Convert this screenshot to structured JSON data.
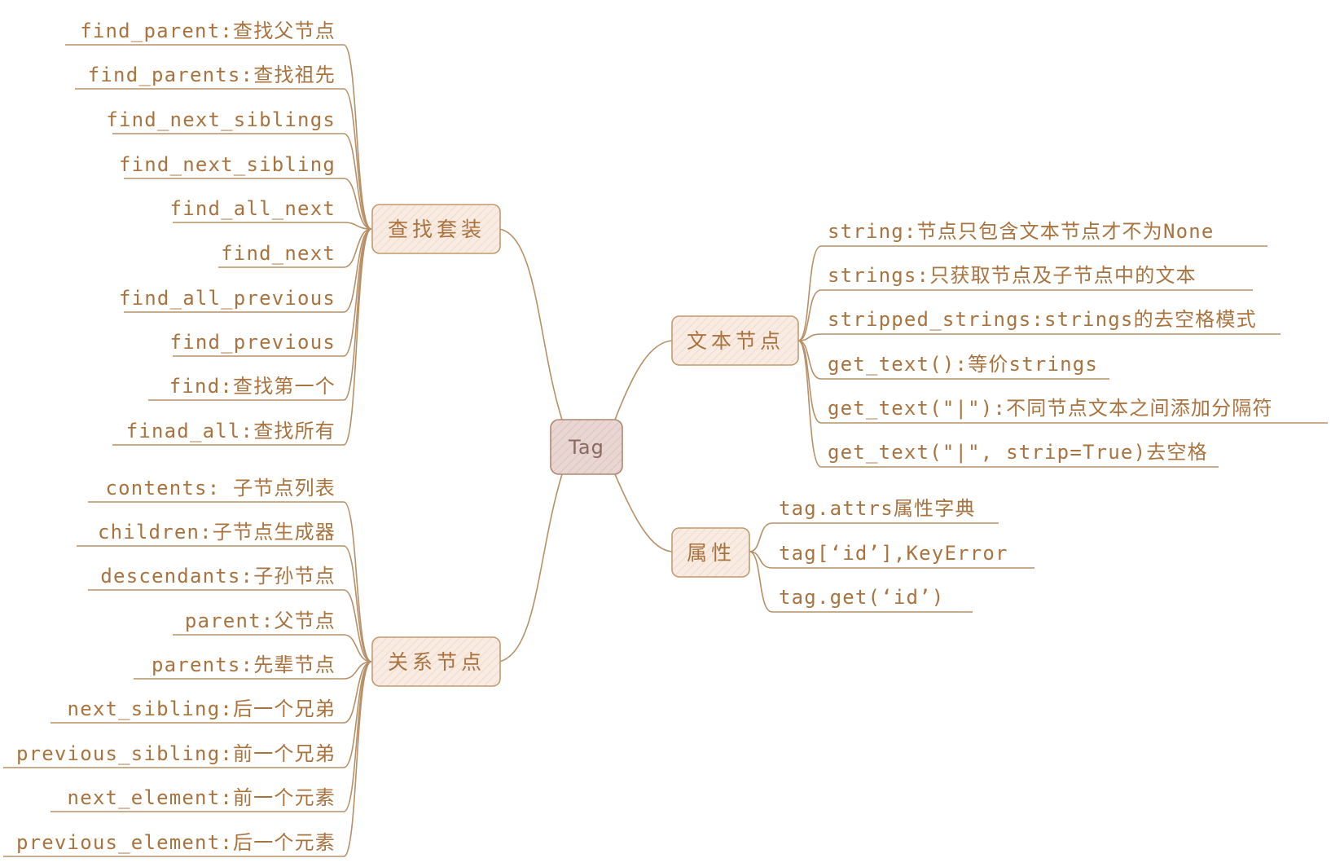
{
  "root": {
    "label": "Tag"
  },
  "branches": {
    "find_suite": {
      "label": "查找套装",
      "items": [
        "find_parent:查找父节点",
        "find_parents:查找祖先",
        "find_next_siblings",
        "find_next_sibling",
        "find_all_next",
        "find_next",
        "find_all_previous",
        "find_previous",
        "find:查找第一个",
        "finad_all:查找所有"
      ]
    },
    "relation_nodes": {
      "label": "关系节点",
      "items": [
        "contents: 子节点列表",
        "children:子节点生成器",
        "descendants:子孙节点",
        "parent:父节点",
        "parents:先辈节点",
        "next_sibling:后一个兄弟",
        "previous_sibling:前一个兄弟",
        "next_element:前一个元素",
        "previous_element:后一个元素"
      ]
    },
    "text_nodes": {
      "label": "文本节点",
      "items": [
        "string:节点只包含文本节点才不为None",
        "strings:只获取节点及子节点中的文本",
        "stripped_strings:strings的去空格模式",
        "get_text():等价strings",
        "get_text(\"|\"):不同节点文本之间添加分隔符",
        "get_text(\"|\", strip=True)去空格"
      ]
    },
    "attributes": {
      "label": "属性",
      "items": [
        "tag.attrs属性字典",
        "tag[‘id’],KeyError",
        "tag.get(‘id’)"
      ]
    }
  },
  "colors": {
    "text": "#a9733f",
    "line": "#b79067",
    "node_fill": "#f8ebe2",
    "root_fill": "#e8d6d2"
  }
}
